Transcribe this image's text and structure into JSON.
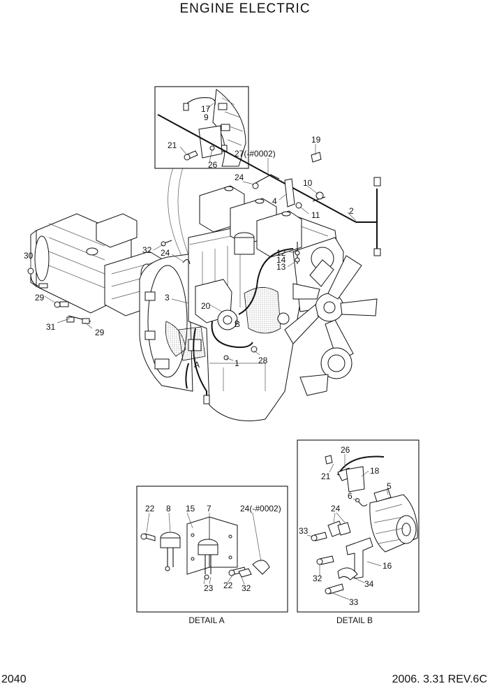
{
  "page": {
    "title": "ENGINE ELECTRIC",
    "page_number": "2040",
    "revision": "2006. 3.31  REV.6C"
  },
  "details": {
    "detail_a": {
      "caption": "DETAIL A"
    },
    "detail_b": {
      "caption": "DETAIL B"
    }
  },
  "callouts": {
    "main": [
      "17",
      "9",
      "21",
      "26",
      "27(-#0002)",
      "19",
      "24",
      "10",
      "4",
      "11",
      "2",
      "32",
      "24",
      "30",
      "12",
      "14",
      "13",
      "29",
      "3",
      "31",
      "20",
      "B",
      "29",
      "28",
      "A",
      "1"
    ],
    "detail_a": [
      "22",
      "8",
      "15",
      "7",
      "24(-#0002)",
      "23",
      "22",
      "32"
    ],
    "detail_b": [
      "26",
      "18",
      "21",
      "5",
      "6",
      "24",
      "33",
      "16",
      "32",
      "34",
      "33"
    ]
  }
}
